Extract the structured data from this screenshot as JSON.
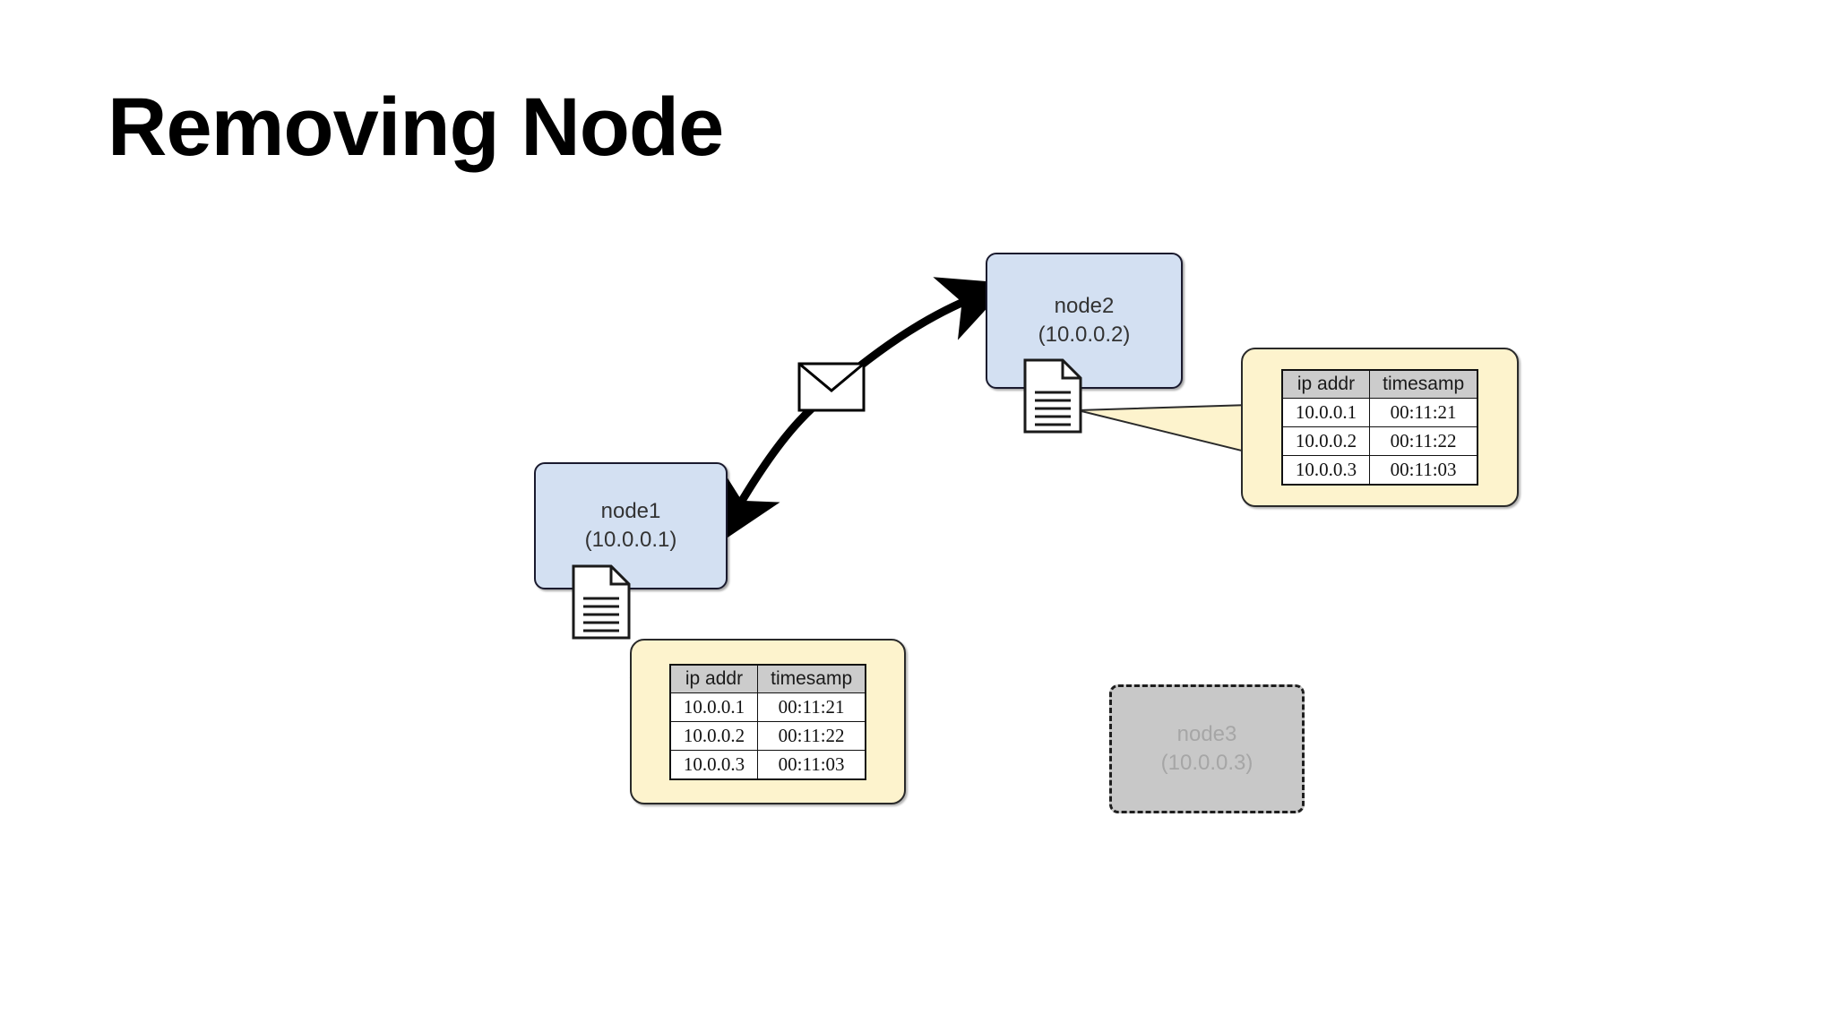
{
  "slide": {
    "title": "Removing Node",
    "background_color": "#ffffff"
  },
  "theme": {
    "node_fill": "#d3e0f2",
    "node_border": "#1a1a2e",
    "node_text": "#333333",
    "removed_node_fill": "#c8c8c8",
    "removed_node_border": "#1e1e1e",
    "removed_node_text": "#a6a6a6",
    "callout_fill": "#fdf3cd",
    "callout_border": "#2a2a2a",
    "table_header_fill": "#cccccc",
    "table_border": "#111111",
    "edge_color": "#000000"
  },
  "nodes": [
    {
      "id": "node1",
      "name": "node1",
      "address": "(10.0.0.1)",
      "state": "active",
      "icon": "document-icon"
    },
    {
      "id": "node2",
      "name": "node2",
      "address": "(10.0.0.2)",
      "state": "active",
      "icon": "document-icon"
    },
    {
      "id": "node3",
      "name": "node3",
      "address": "(10.0.0.3)",
      "state": "removed",
      "icon": "none"
    }
  ],
  "edges": [
    {
      "id": "edge-node1-node2",
      "from": "node1",
      "to": "node2",
      "style": "curved",
      "arrowheads": "both",
      "badge": "envelope-icon"
    }
  ],
  "callouts": [
    {
      "id": "callout-node1",
      "owner": "node1",
      "table": {
        "columns": [
          "ip addr",
          "timesamp"
        ],
        "rows": [
          [
            "10.0.0.1",
            "00:11:21"
          ],
          [
            "10.0.0.2",
            "00:11:22"
          ],
          [
            "10.0.0.3",
            "00:11:03"
          ]
        ]
      }
    },
    {
      "id": "callout-node2",
      "owner": "node2",
      "table": {
        "columns": [
          "ip addr",
          "timesamp"
        ],
        "rows": [
          [
            "10.0.0.1",
            "00:11:21"
          ],
          [
            "10.0.0.2",
            "00:11:22"
          ],
          [
            "10.0.0.3",
            "00:11:03"
          ]
        ]
      }
    }
  ],
  "icons": {
    "envelope": "envelope-icon",
    "document": "document-icon"
  }
}
